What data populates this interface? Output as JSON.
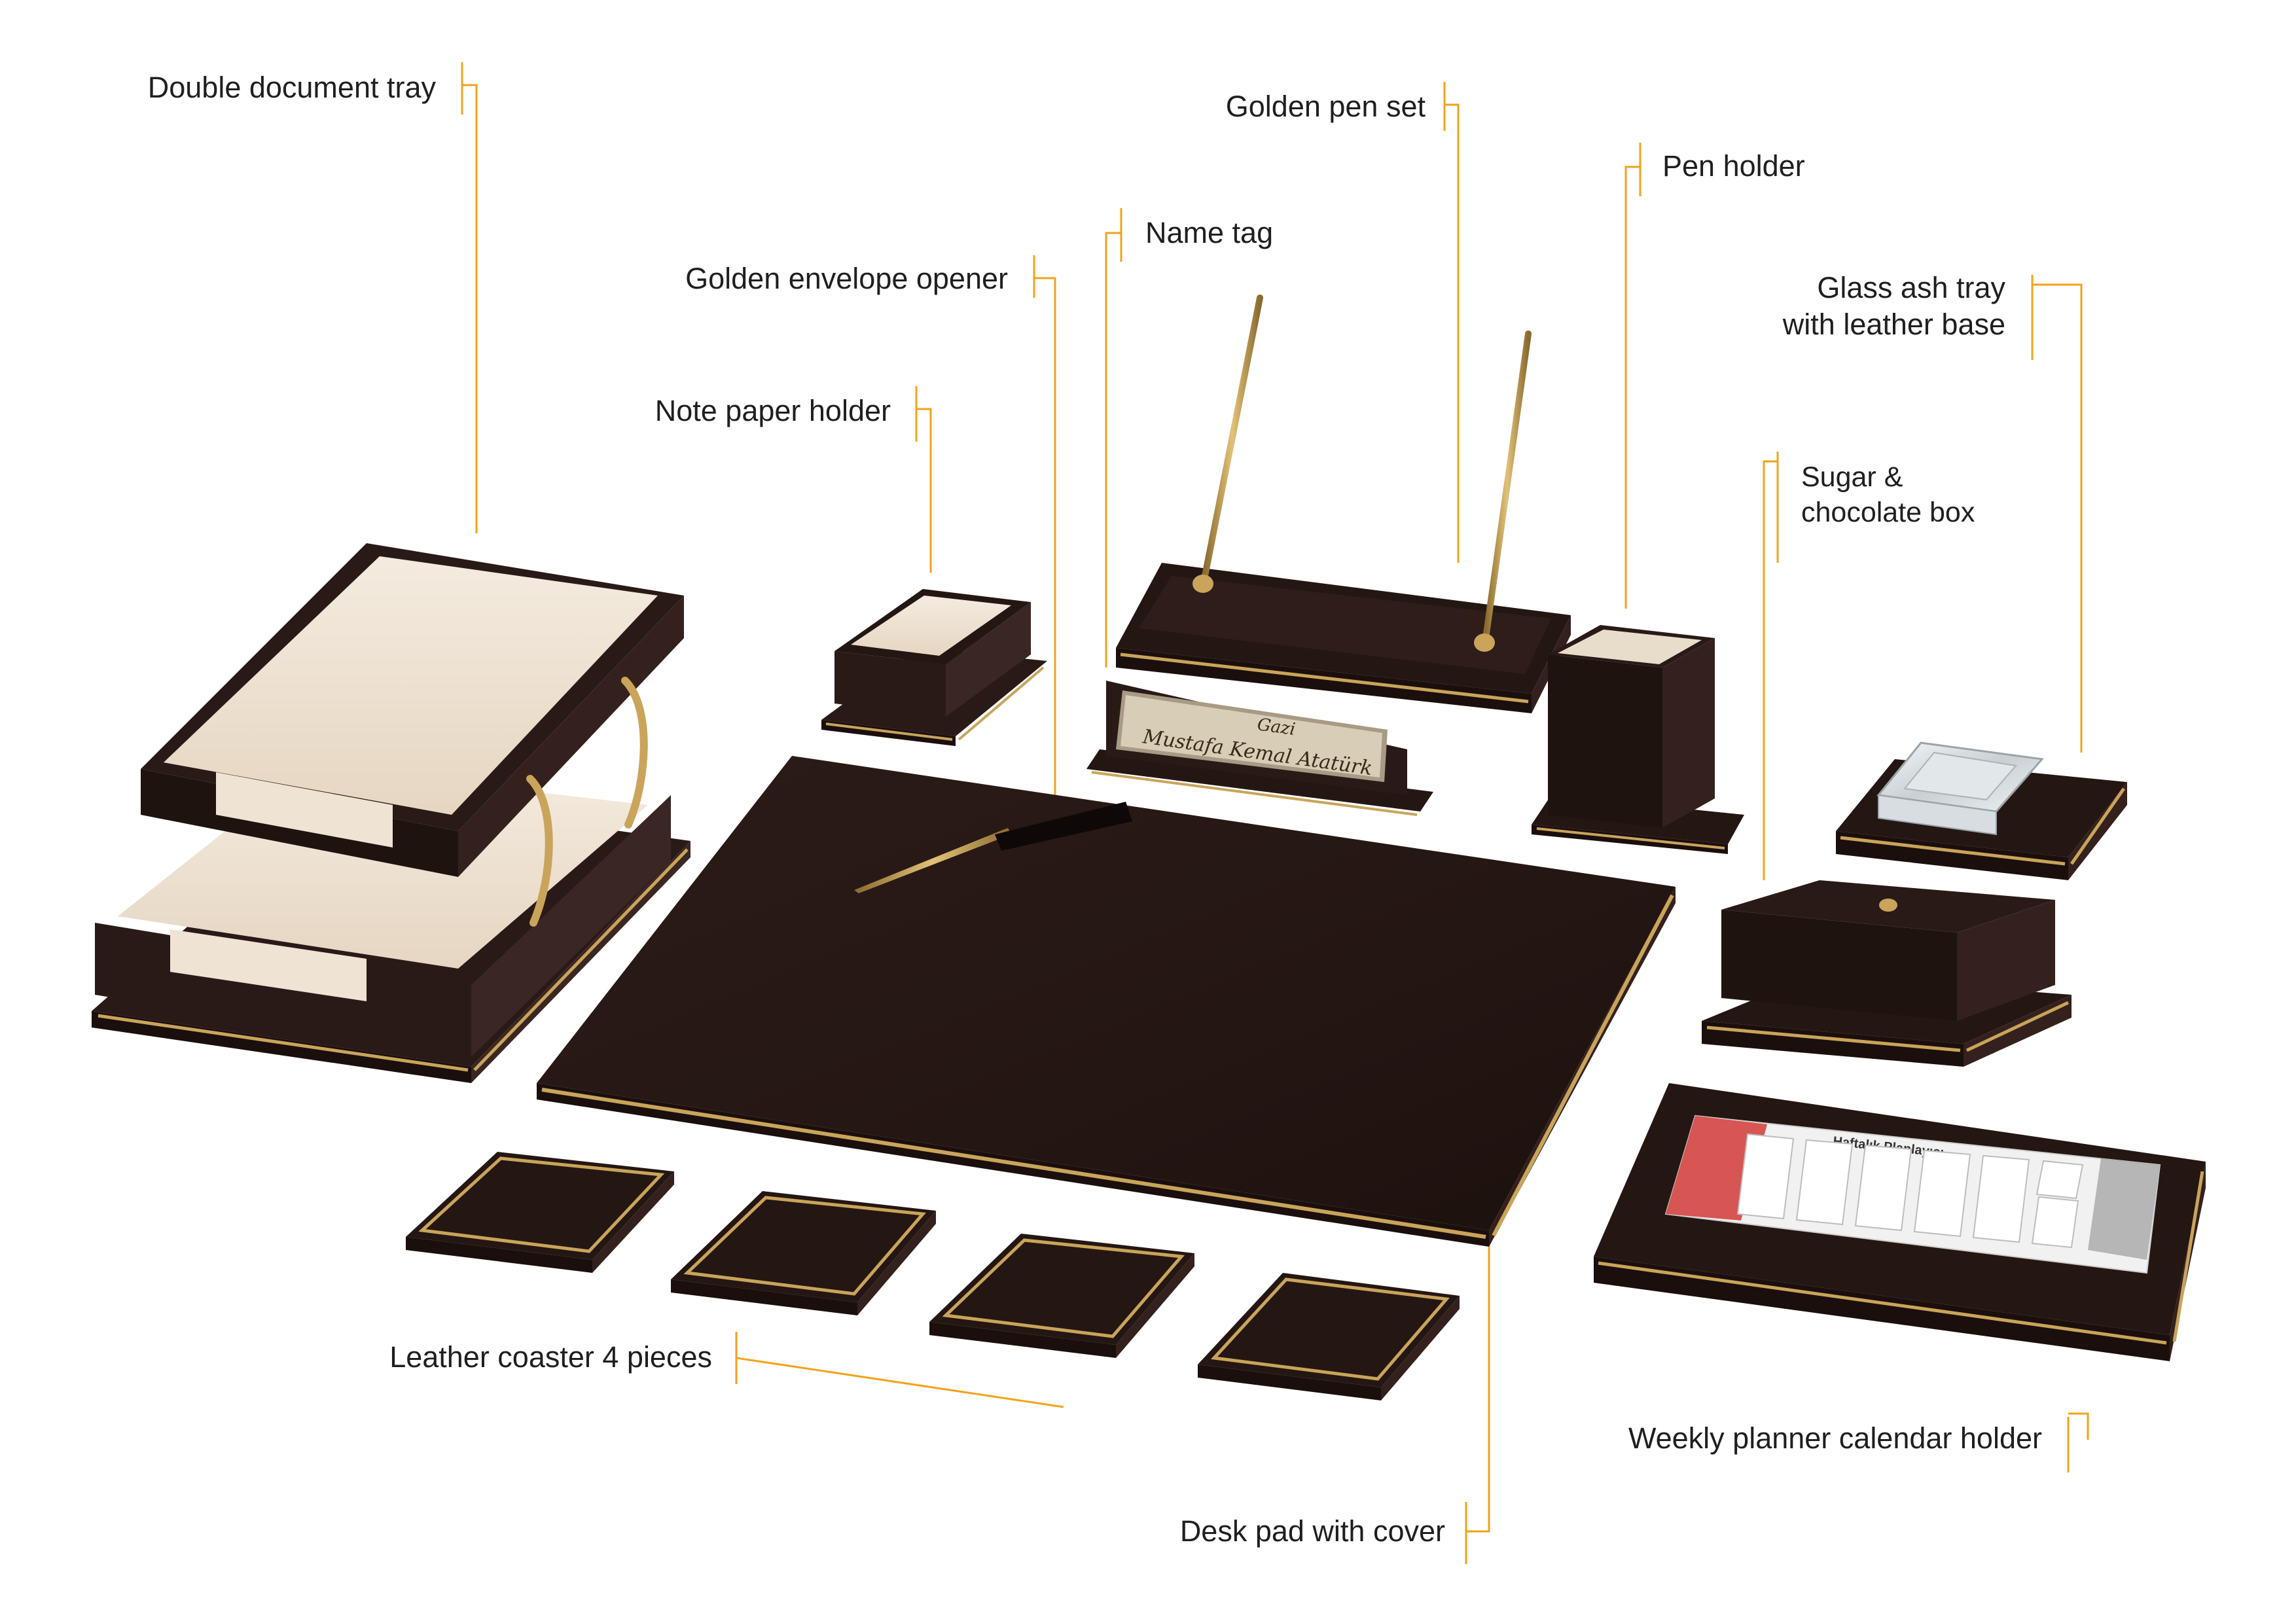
{
  "colors": {
    "leader": "#f2a31b",
    "leather": "#2a1a17",
    "leather_dark": "#1a0f0d",
    "leather_light": "#3a2622",
    "gold": "#c9a45a",
    "cream": "#efe3d3",
    "paper": "#f3f3f3"
  },
  "labels": {
    "double_tray": "Double document tray",
    "pen_set": "Golden pen set",
    "pen_holder": "Pen holder",
    "name_tag": "Name tag",
    "envelope_opener": "Golden envelope opener",
    "ash_tray_1": "Glass ash tray",
    "ash_tray_2": "with leather base",
    "note_holder": "Note paper holder",
    "sugar_box_1": "Sugar &",
    "sugar_box_2": "chocolate box",
    "coasters": "Leather coaster 4 pieces",
    "planner": "Weekly planner calendar holder",
    "desk_pad": "Desk pad with cover"
  },
  "planner_title": "Haftalık Planlayıcı",
  "name_plate": {
    "line1": "Gazi",
    "line2": "Mustafa Kemal Atatürk"
  }
}
